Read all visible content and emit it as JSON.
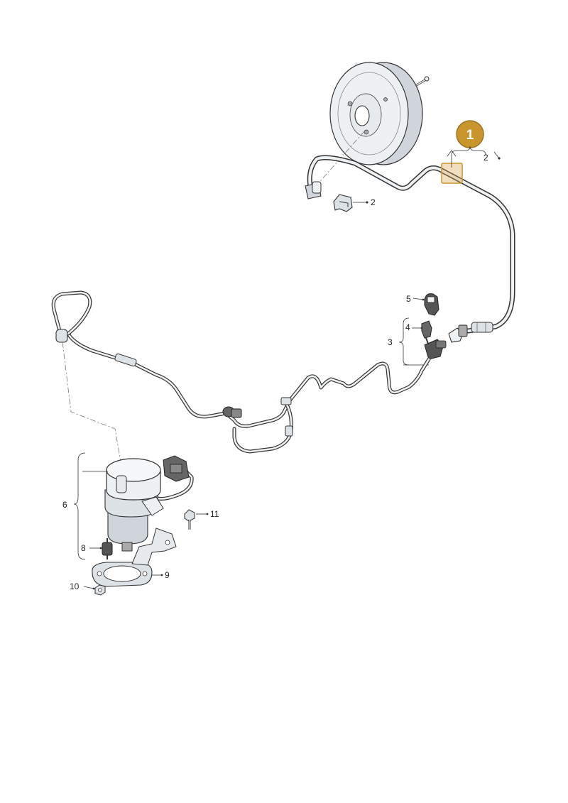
{
  "colors": {
    "callout_fill": "#c9962e",
    "callout_stroke": "#9b7420",
    "highlight": "#d9a44a",
    "part_fill": "#eef1f3",
    "part_shade": "#cfd5da",
    "line": "#333333"
  },
  "callout": {
    "label": "1"
  },
  "labels": {
    "l2_top": "2",
    "l2_clip": "2",
    "l3": "3",
    "l4": "4",
    "l5": "5",
    "l6": "6",
    "l8": "8",
    "l9": "9",
    "l10": "10",
    "l11": "11"
  }
}
